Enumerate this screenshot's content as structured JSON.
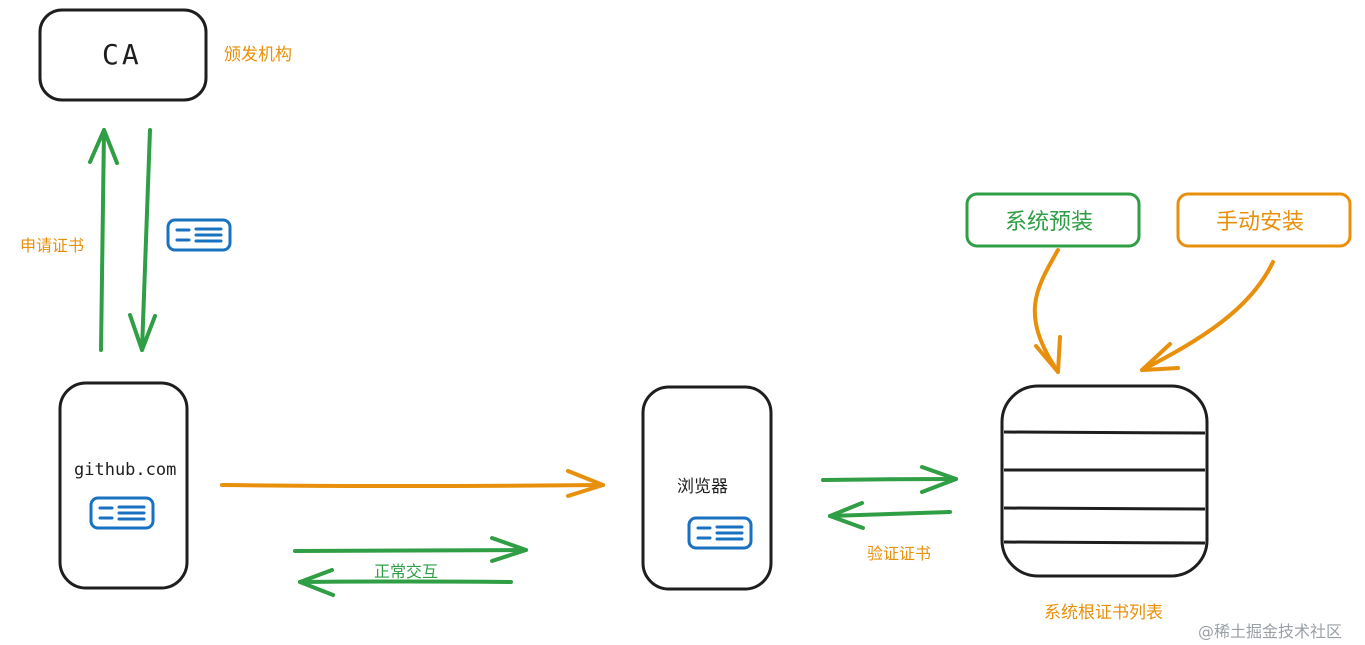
{
  "nodes": {
    "ca": {
      "label": "CA",
      "note": "颁发机构"
    },
    "server": {
      "label": "github.com"
    },
    "browser": {
      "label": "浏览器"
    },
    "root_store": {
      "caption": "系统根证书列表"
    },
    "preinstalled": {
      "label": "系统预装"
    },
    "manual": {
      "label": "手动安装"
    }
  },
  "edges": {
    "apply_cert": "申请证书",
    "normal_interaction": "正常交互",
    "verify_cert": "验证证书"
  },
  "icons": {
    "certificate": "certificate-icon"
  },
  "colors": {
    "orange": "#e8900b",
    "green": "#2f9e44",
    "blue": "#1971c2",
    "stroke": "#1e1e1e"
  },
  "watermark": "@稀土掘金技术社区"
}
